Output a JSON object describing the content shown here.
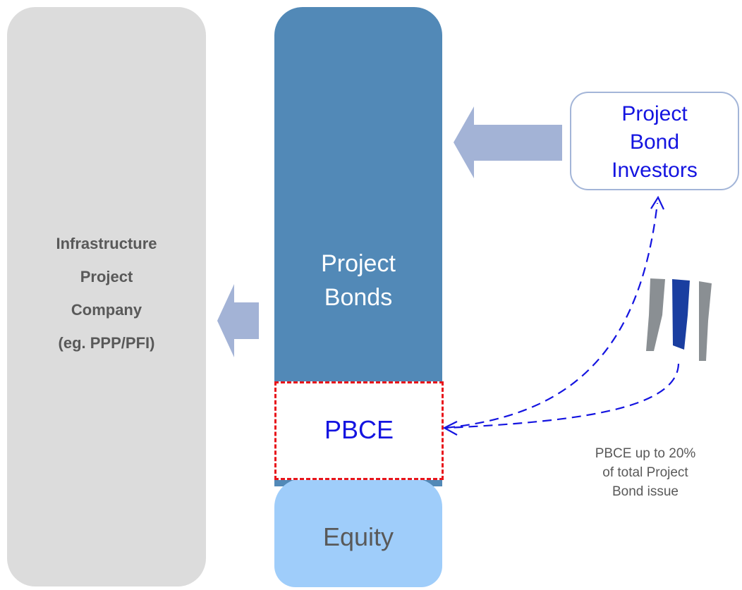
{
  "company": {
    "lines": [
      "Infrastructure",
      "Project",
      "Company",
      "(eg. PPP/PFI)"
    ]
  },
  "stack": {
    "bonds_lines": [
      "Project",
      "Bonds"
    ],
    "pbce": "PBCE",
    "equity": "Equity"
  },
  "investors": {
    "lines": [
      "Project",
      "Bond",
      "Investors"
    ]
  },
  "note": {
    "lines": [
      "PBCE up to 20%",
      "of total Project",
      "Bond issue"
    ]
  },
  "colors": {
    "company_fill": "#dcdcdc",
    "bonds_fill": "#5289b7",
    "equity_fill": "#9fcdfa",
    "pbce_border": "#e8141b",
    "arrow_fill": "#a3b3d6",
    "dashed_arrow": "#1414e0",
    "label_blue": "#1414e0",
    "logo_grey": "#8a8f93",
    "logo_blue": "#1a3ea0"
  },
  "icons": {
    "logo": "eib-logo-icon"
  }
}
